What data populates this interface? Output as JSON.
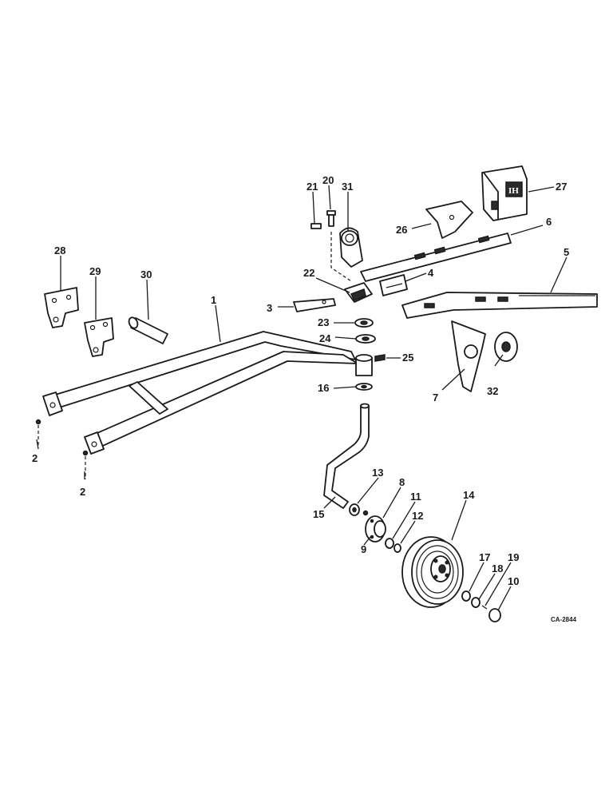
{
  "diagram": {
    "figure_code": "CA-2844",
    "logo_text": "IH",
    "callouts": [
      {
        "id": "c1",
        "label": "1"
      },
      {
        "id": "c2a",
        "label": "2"
      },
      {
        "id": "c2b",
        "label": "2"
      },
      {
        "id": "c3",
        "label": "3"
      },
      {
        "id": "c4",
        "label": "4"
      },
      {
        "id": "c5",
        "label": "5"
      },
      {
        "id": "c6",
        "label": "6"
      },
      {
        "id": "c7",
        "label": "7"
      },
      {
        "id": "c8",
        "label": "8"
      },
      {
        "id": "c9",
        "label": "9"
      },
      {
        "id": "c10",
        "label": "10"
      },
      {
        "id": "c11",
        "label": "11"
      },
      {
        "id": "c12",
        "label": "12"
      },
      {
        "id": "c13",
        "label": "13"
      },
      {
        "id": "c14",
        "label": "14"
      },
      {
        "id": "c15",
        "label": "15"
      },
      {
        "id": "c16",
        "label": "16"
      },
      {
        "id": "c17",
        "label": "17"
      },
      {
        "id": "c18",
        "label": "18"
      },
      {
        "id": "c19",
        "label": "19"
      },
      {
        "id": "c20",
        "label": "20"
      },
      {
        "id": "c21",
        "label": "21"
      },
      {
        "id": "c22",
        "label": "22"
      },
      {
        "id": "c23",
        "label": "23"
      },
      {
        "id": "c24",
        "label": "24"
      },
      {
        "id": "c25",
        "label": "25"
      },
      {
        "id": "c26",
        "label": "26"
      },
      {
        "id": "c27",
        "label": "27"
      },
      {
        "id": "c28",
        "label": "28"
      },
      {
        "id": "c29",
        "label": "29"
      },
      {
        "id": "c30",
        "label": "30"
      },
      {
        "id": "c31",
        "label": "31"
      },
      {
        "id": "c32",
        "label": "32"
      }
    ]
  }
}
